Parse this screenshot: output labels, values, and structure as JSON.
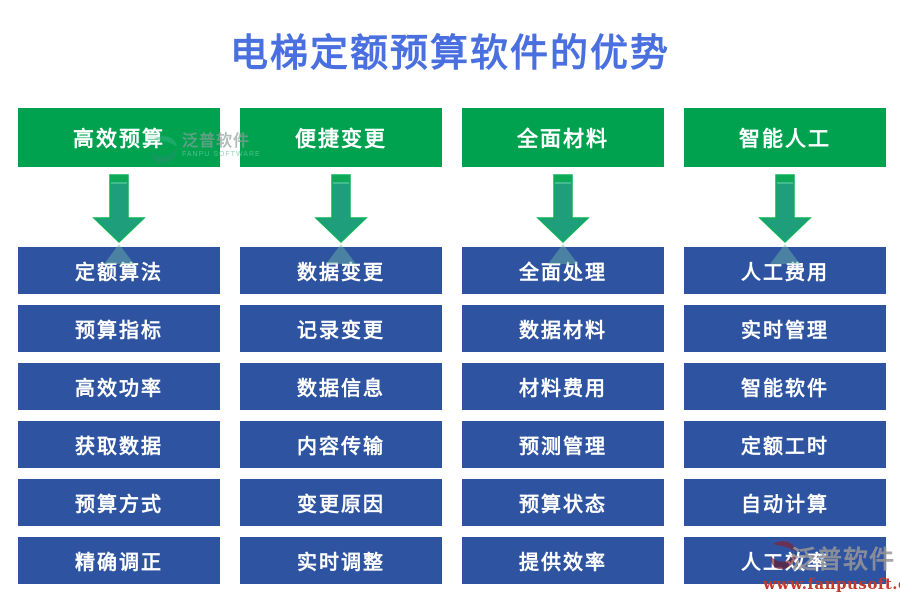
{
  "title": {
    "text": "电梯定额预算软件的优势"
  },
  "columns": [
    {
      "header": "高效预算",
      "items": [
        "定额算法",
        "预算指标",
        "高效功率",
        "获取数据",
        "预算方式",
        "精确调正"
      ]
    },
    {
      "header": "便捷变更",
      "items": [
        "数据变更",
        "记录变更",
        "数据信息",
        "内容传输",
        "变更原因",
        "实时调整"
      ]
    },
    {
      "header": "全面材料",
      "items": [
        "全面处理",
        "数据材料",
        "材料费用",
        "预测管理",
        "预算状态",
        "提供效率"
      ]
    },
    {
      "header": "智能人工",
      "items": [
        "人工费用",
        "实时管理",
        "智能软件",
        "定额工时",
        "自动计算",
        "人工效率"
      ]
    }
  ],
  "watermarks": {
    "top": {
      "brand": "泛普软件",
      "sub": "FANPU SOFTWARE"
    },
    "bottom": {
      "brand": "泛普软件",
      "url": "www.fanpusoft.com"
    }
  },
  "colors": {
    "title_blue": "#4a70e0",
    "header_green": "#00a24f",
    "box_blue": "#2e54a1",
    "arrow_fill": "#1f9e7b",
    "arrow_stroke": "#0db159",
    "url_red": "#c0392b"
  }
}
